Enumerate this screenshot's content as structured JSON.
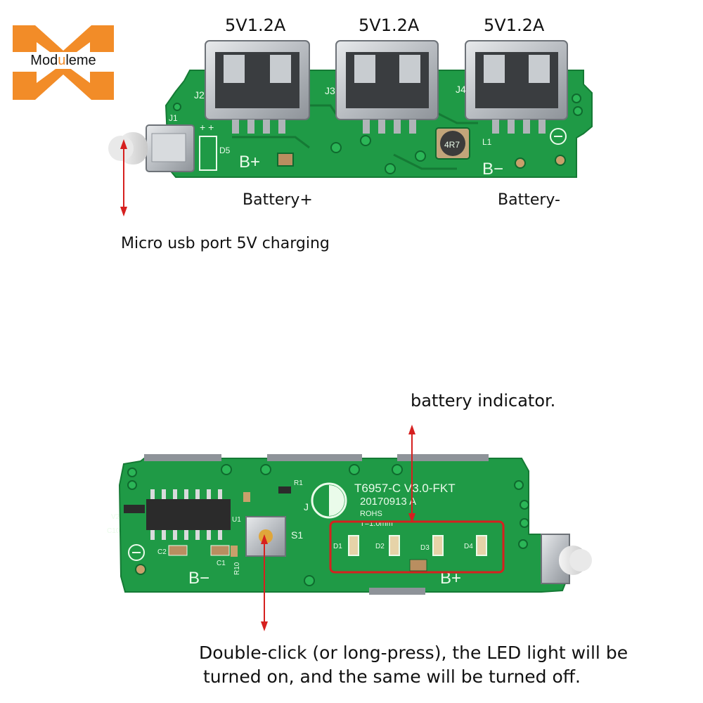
{
  "logo": {
    "prefix": "Mod",
    "accent": "u",
    "suffix": "leme",
    "color": "#f28c28"
  },
  "top_board": {
    "port_labels": [
      "5V1.2A",
      "5V1.2A",
      "5V1.2A"
    ],
    "silk": {
      "j2": "J2",
      "j3": "J3",
      "j4": "J4",
      "j1": "J1",
      "d5": "D5",
      "l1": "L1",
      "bplus": "B+",
      "bminus": "B−",
      "inductor": "4R7",
      "plusplus": "+ +"
    },
    "battery_plus": "Battery+",
    "battery_minus": "Battery-",
    "usb_caption": "Micro usb port 5V charging"
  },
  "bottom_board": {
    "indicator_caption": "battery indicator.",
    "silk": {
      "model": "T6957-C V3.0-FKT",
      "date": "20170913 A",
      "rohs": "ROHS",
      "t1": "T=1.0mm",
      "s1": "S1",
      "r1": "R1",
      "r10": "R10",
      "u1": "U1",
      "v2": "V2",
      "c10": "C10",
      "c1": "C1",
      "c2": "C2",
      "d1": "D1",
      "d2": "D2",
      "d3": "D3",
      "d4": "D4",
      "bminus": "B−",
      "bplus": "B+",
      "j": "J",
      "v": "V"
    },
    "instruction_line1": "Double-click (or long-press), the LED light will be",
    "instruction_line2": "turned on, and the same will be turned off."
  },
  "colors": {
    "pcb": "#1f9a46",
    "pcb_dark": "#157a35",
    "arrow": "#d6201f",
    "highlight_box": "#d6201f",
    "connector": "#c9ccd0"
  }
}
